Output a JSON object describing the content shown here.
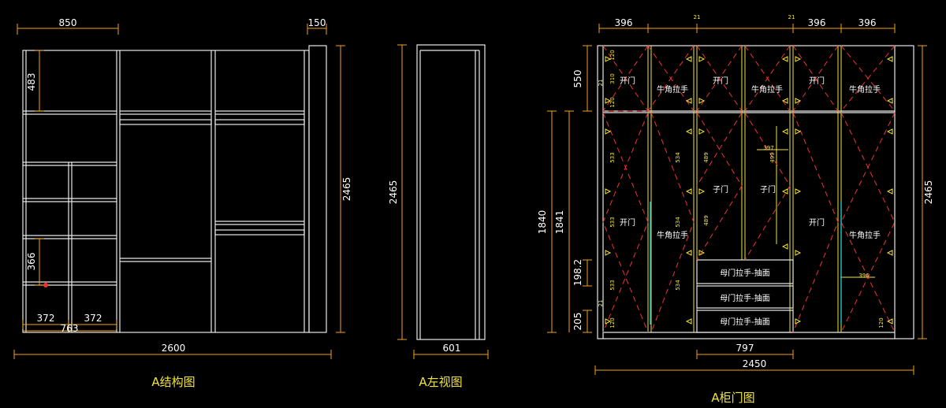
{
  "structure": {
    "title": "A结构图",
    "dims": {
      "top": "850",
      "top_right": "150",
      "upper": "483",
      "right": "2465",
      "lower": "366",
      "b1": "372",
      "b2": "372",
      "b_total": "763",
      "bottom": "2600"
    }
  },
  "side": {
    "title": "A左视图",
    "dims": {
      "height": "2465",
      "bottom": "601"
    }
  },
  "doors": {
    "title": "A柜门图",
    "top_dims": [
      "396",
      "21",
      "21",
      "396",
      "396"
    ],
    "left_dims": [
      "550",
      "1840",
      "1841",
      "198.2",
      "205",
      "21",
      "21"
    ],
    "right_dim": "2465",
    "bottom_inner": "797",
    "bottom_total": "2450",
    "inner_dims": [
      "397",
      "396",
      "489",
      "489",
      "499"
    ],
    "small_dims": [
      "120",
      "310",
      "120",
      "533",
      "533",
      "533",
      "534",
      "534",
      "534",
      "120",
      "120"
    ],
    "labels": {
      "open_door": "开门",
      "horn_handle": "牛角拉手",
      "child_door": "子门",
      "drawer": "母门拉手-抽面"
    }
  },
  "colors": {
    "background": "#000000",
    "dimension": "#f2a21a",
    "frame": "#e8e8e8",
    "yellow": "#f2e33a",
    "dash_red": "#e33333",
    "handle_cyan": "#1ec8c8"
  }
}
